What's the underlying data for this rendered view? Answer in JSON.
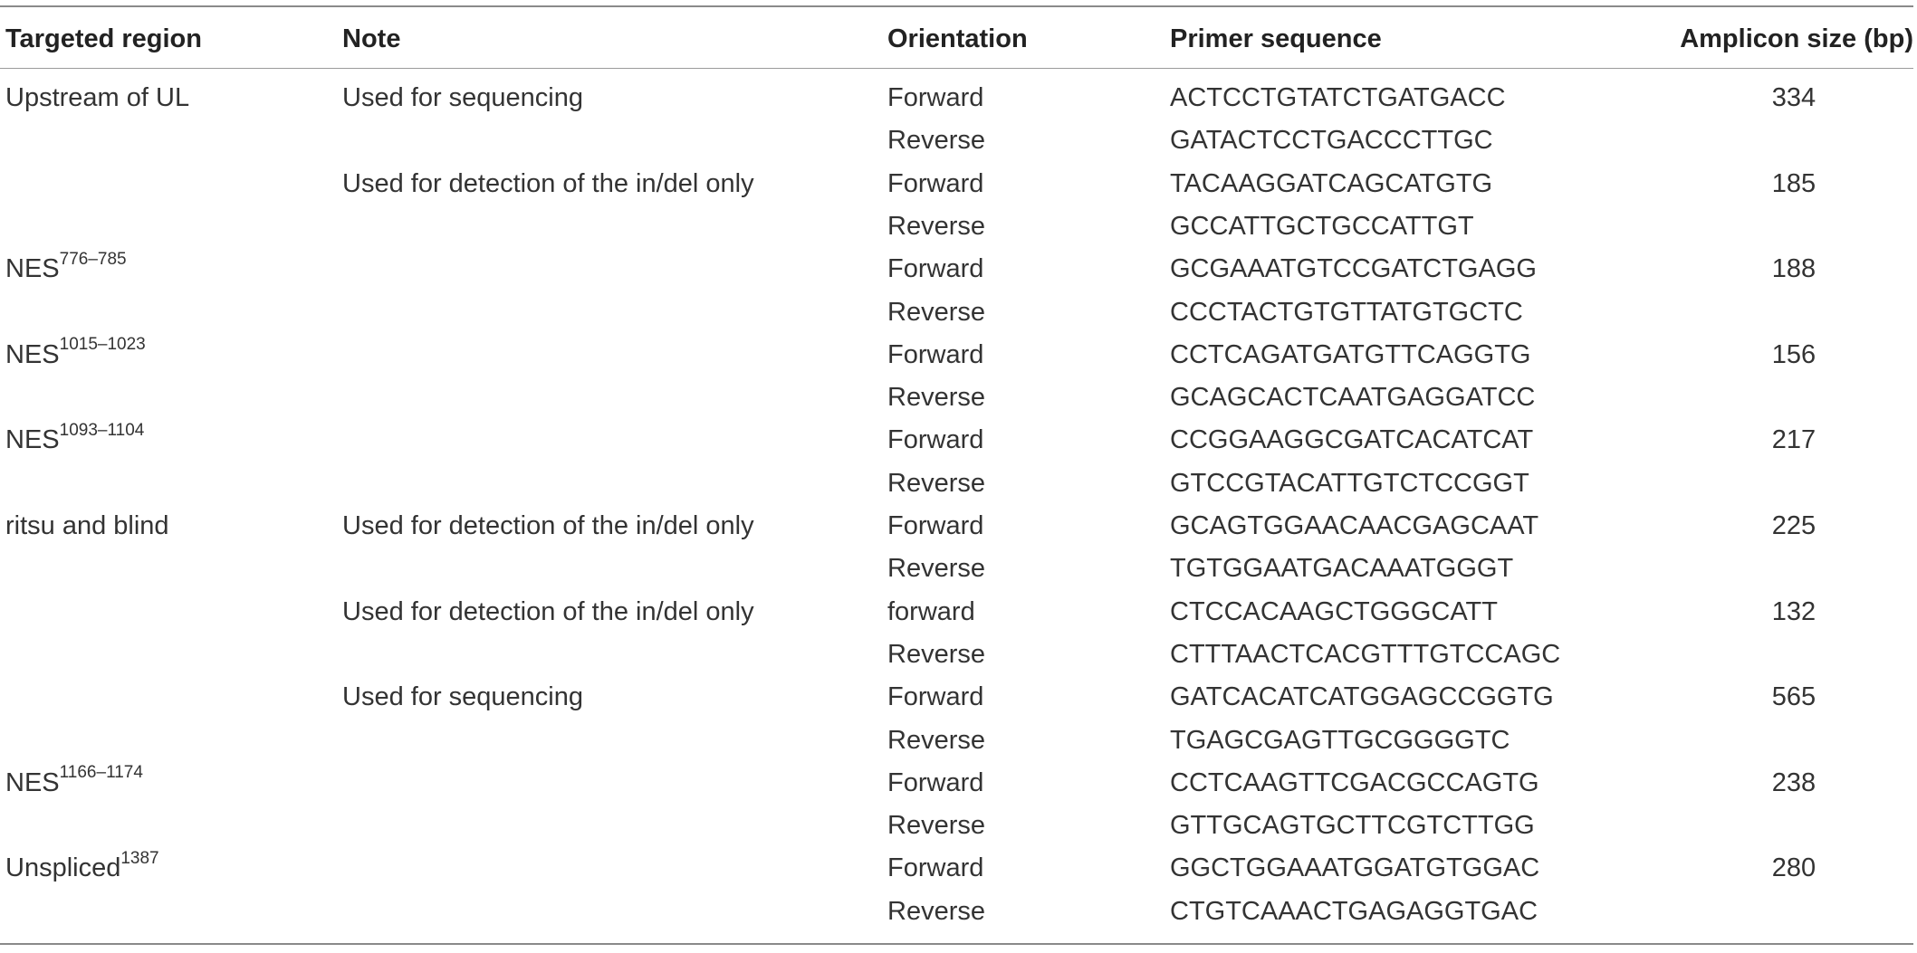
{
  "table": {
    "headers": {
      "region": "Targeted region",
      "note": "Note",
      "orientation": "Orientation",
      "primer": "Primer sequence",
      "amplicon": "Amplicon size (bp)"
    },
    "rows": [
      {
        "region": "Upstream of UL",
        "region_sup": "",
        "note": "Used for sequencing",
        "orientation": "Forward",
        "primer": "ACTCCTGTATCTGATGACC",
        "amplicon": "334"
      },
      {
        "region": "",
        "region_sup": "",
        "note": "",
        "orientation": "Reverse",
        "primer": "GATACTCCTGACCCTTGC",
        "amplicon": ""
      },
      {
        "region": "",
        "region_sup": "",
        "note": "Used for detection of the in/del only",
        "orientation": "Forward",
        "primer": "TACAAGGATCAGCATGTG",
        "amplicon": "185"
      },
      {
        "region": "",
        "region_sup": "",
        "note": "",
        "orientation": "Reverse",
        "primer": "GCCATTGCTGCCATTGT",
        "amplicon": ""
      },
      {
        "region": "NES",
        "region_sup": "776–785",
        "note": "",
        "orientation": "Forward",
        "primer": "GCGAAATGTCCGATCTGAGG",
        "amplicon": "188"
      },
      {
        "region": "",
        "region_sup": "",
        "note": "",
        "orientation": "Reverse",
        "primer": "CCCTACTGTGTTATGTGCTC",
        "amplicon": ""
      },
      {
        "region": "NES",
        "region_sup": "1015–1023",
        "note": "",
        "orientation": "Forward",
        "primer": "CCTCAGATGATGTTCAGGTG",
        "amplicon": "156"
      },
      {
        "region": "",
        "region_sup": "",
        "note": "",
        "orientation": "Reverse",
        "primer": "GCAGCACTCAATGAGGATCC",
        "amplicon": ""
      },
      {
        "region": "NES",
        "region_sup": "1093–1104",
        "note": "",
        "orientation": "Forward",
        "primer": "CCGGAAGGCGATCACATCAT",
        "amplicon": "217"
      },
      {
        "region": "",
        "region_sup": "",
        "note": "",
        "orientation": "Reverse",
        "primer": "GTCCGTACATTGTCTCCGGT",
        "amplicon": ""
      },
      {
        "region": "ritsu and blind",
        "region_sup": "",
        "note": "Used for detection of the in/del only",
        "orientation": "Forward",
        "primer": "GCAGTGGAACAACGAGCAAT",
        "amplicon": "225"
      },
      {
        "region": "",
        "region_sup": "",
        "note": "",
        "orientation": "Reverse",
        "primer": "TGTGGAATGACAAATGGGT",
        "amplicon": ""
      },
      {
        "region": "",
        "region_sup": "",
        "note": "Used for detection of the in/del only",
        "orientation": "forward",
        "primer": "CTCCACAAGCTGGGCATT",
        "amplicon": "132"
      },
      {
        "region": "",
        "region_sup": "",
        "note": "",
        "orientation": "Reverse",
        "primer": "CTTTAACTCACGTTTGTCCAGC",
        "amplicon": ""
      },
      {
        "region": "",
        "region_sup": "",
        "note": "Used for sequencing",
        "orientation": "Forward",
        "primer": "GATCACATCATGGAGCCGGTG",
        "amplicon": "565"
      },
      {
        "region": "",
        "region_sup": "",
        "note": "",
        "orientation": "Reverse",
        "primer": "TGAGCGAGTTGCGGGGTC",
        "amplicon": ""
      },
      {
        "region": "NES",
        "region_sup": "1166–1174",
        "note": "",
        "orientation": "Forward",
        "primer": "CCTCAAGTTCGACGCCAGTG",
        "amplicon": "238"
      },
      {
        "region": "",
        "region_sup": "",
        "note": "",
        "orientation": "Reverse",
        "primer": "GTTGCAGTGCTTCGTCTTGG",
        "amplicon": ""
      },
      {
        "region": "Unspliced",
        "region_sup": "1387",
        "note": "",
        "orientation": "Forward",
        "primer": "GGCTGGAAATGGATGTGGAC",
        "amplicon": "280"
      },
      {
        "region": "",
        "region_sup": "",
        "note": "",
        "orientation": "Reverse",
        "primer": "CTGTCAAACTGAGAGGTGAC",
        "amplicon": ""
      }
    ]
  }
}
